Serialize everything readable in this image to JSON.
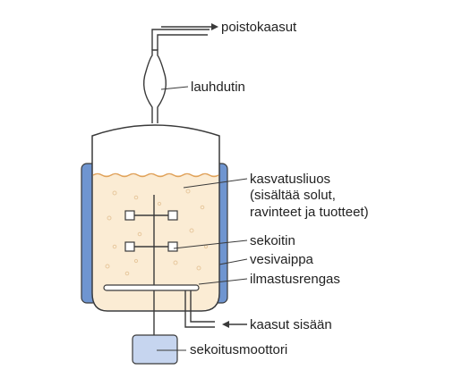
{
  "labels": {
    "exhaust": "poistokaasut",
    "condenser": "lauhdutin",
    "medium_line1": "kasvatusliuos",
    "medium_line2": "(sisältää solut,",
    "medium_line3": "ravinteet ja tuotteet)",
    "stirrer": "sekoitin",
    "water_jacket": "vesivaippa",
    "aeration_ring": "ilmastusrengas",
    "gas_in": "kaasut sisään",
    "motor": "sekoitusmoottori"
  },
  "colors": {
    "jacket": "#6f95d0",
    "medium": "#fbecd4",
    "medium_surface": "#e0a25a",
    "vessel_fill": "#ffffff",
    "motor": "#c6d5ef",
    "condenser": "#ffffff",
    "outline": "#3a3a3a",
    "bubbles": "#e7c89e"
  }
}
